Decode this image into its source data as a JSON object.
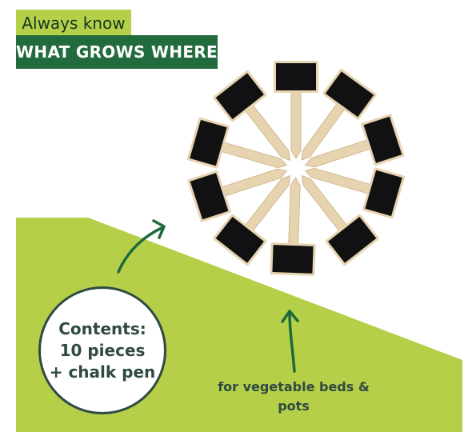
{
  "header": {
    "tagline": "Always know",
    "headline": "WHAT GROWS WHERE"
  },
  "badge": {
    "line1": "Contents:",
    "line2": "10 pieces",
    "line3": "+ chalk pen"
  },
  "caption": {
    "text": "for vegetable beds & pots"
  },
  "colors": {
    "lime": "#b5cf48",
    "dark_green": "#226b3c",
    "slate": "#2f4a42",
    "arrow": "#1f6a3c",
    "board": "#111111",
    "wood": "#e6d3b0"
  },
  "icons": [
    "arrow-up-right-icon",
    "arrow-up-icon",
    "chalkboard-marker-icon"
  ]
}
